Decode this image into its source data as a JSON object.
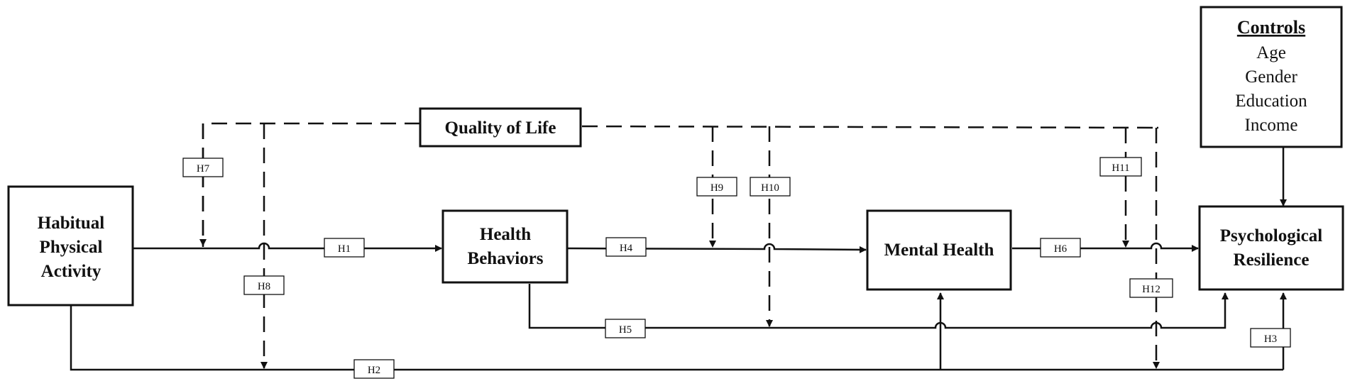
{
  "constructs": {
    "habitual_physical_activity": [
      "Habitual",
      "Physical",
      "Activity"
    ],
    "health_behaviors": [
      "Health",
      "Behaviors"
    ],
    "mental_health": "Mental Health",
    "psychological_resilience": [
      "Psychological",
      "Resilience"
    ],
    "quality_of_life": "Quality of Life"
  },
  "controls": {
    "heading": "Controls",
    "items": [
      "Age",
      "Gender",
      "Education",
      "Income"
    ]
  },
  "paths": {
    "H1": "H1",
    "H2": "H2",
    "H3": "H3",
    "H4": "H4",
    "H5": "H5",
    "H6": "H6",
    "H7": "H7",
    "H8": "H8",
    "H9": "H9",
    "H10": "H10",
    "H11": "H11",
    "H12": "H12"
  }
}
